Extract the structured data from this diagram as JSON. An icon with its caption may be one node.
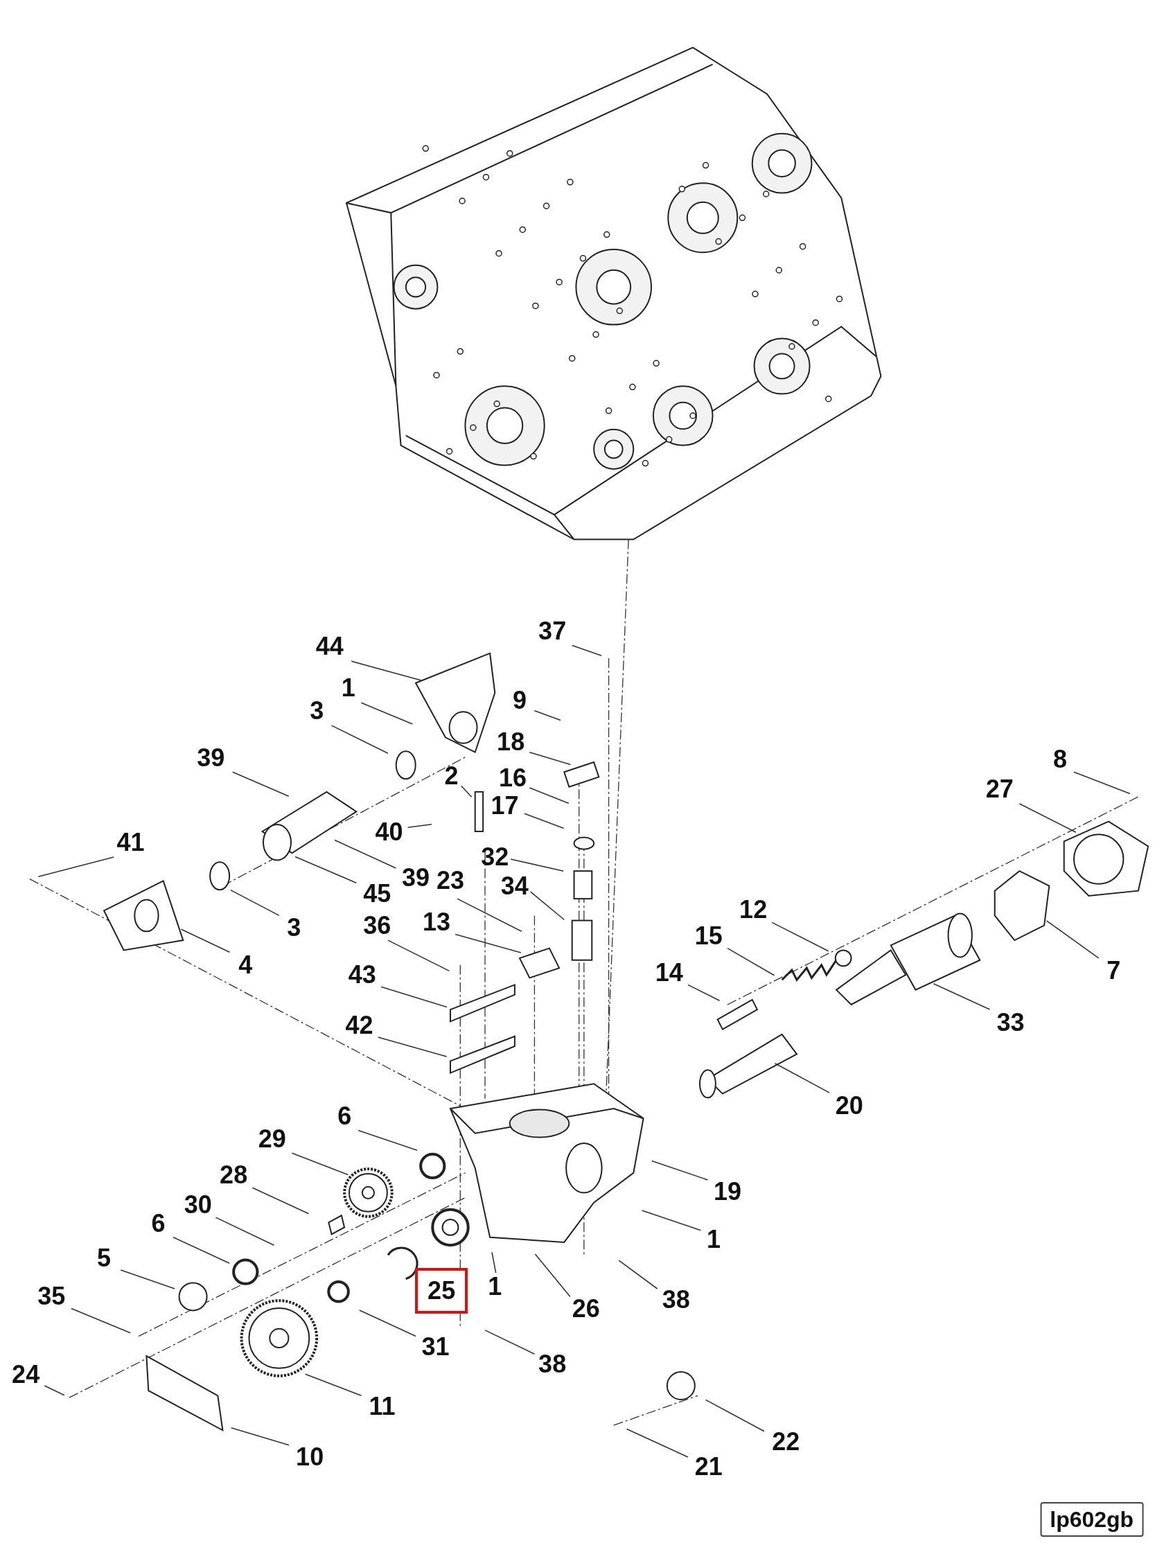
{
  "diagram": {
    "nodes": [
      {
        "text": [
          "37"
        ]
      },
      {
        "text": [
          "44"
        ]
      },
      {
        "text": [
          "1"
        ]
      },
      {
        "text": [
          "9"
        ]
      },
      {
        "text": [
          "3"
        ]
      },
      {
        "text": [
          "18"
        ]
      },
      {
        "text": [
          "39"
        ]
      },
      {
        "text": [
          "8"
        ]
      },
      {
        "text": [
          "16"
        ]
      },
      {
        "text": [
          "27"
        ]
      },
      {
        "text": [
          "17"
        ]
      },
      {
        "text": [
          "40"
        ]
      },
      {
        "text": [
          "41"
        ]
      },
      {
        "text": [
          "32"
        ]
      },
      {
        "text": [
          "2"
        ]
      },
      {
        "text": [
          "39"
        ]
      },
      {
        "text": [
          "23"
        ]
      },
      {
        "text": [
          "34"
        ]
      },
      {
        "text": [
          "45"
        ]
      },
      {
        "text": [
          "3"
        ]
      },
      {
        "text": [
          "12"
        ]
      },
      {
        "text": [
          "36"
        ]
      },
      {
        "text": [
          "13"
        ]
      },
      {
        "text": [
          "15"
        ]
      },
      {
        "text": [
          "4"
        ]
      },
      {
        "text": [
          "7"
        ]
      },
      {
        "text": [
          "14"
        ]
      },
      {
        "text": [
          "43"
        ]
      },
      {
        "text": [
          "33"
        ]
      },
      {
        "text": [
          "42"
        ]
      },
      {
        "text": [
          "20"
        ]
      },
      {
        "text": [
          "6"
        ]
      },
      {
        "text": [
          "29"
        ]
      },
      {
        "text": [
          "28"
        ]
      },
      {
        "text": [
          "19"
        ]
      },
      {
        "text": [
          "30"
        ]
      },
      {
        "text": [
          "6"
        ]
      },
      {
        "text": [
          "1"
        ]
      },
      {
        "text": [
          "5"
        ]
      },
      {
        "text": [
          "1"
        ]
      },
      {
        "text": [
          "26"
        ]
      },
      {
        "text": [
          "25"
        ]
      },
      {
        "text": [
          "35"
        ]
      },
      {
        "text": [
          "38"
        ]
      },
      {
        "text": [
          "31"
        ]
      },
      {
        "text": [
          "38"
        ]
      },
      {
        "text": [
          "24"
        ]
      },
      {
        "text": [
          "11"
        ]
      },
      {
        "text": [
          "22"
        ]
      },
      {
        "text": [
          "10"
        ]
      },
      {
        "text": [
          "21"
        ]
      },
      {
        "text": [
          "lp602gb"
        ]
      }
    ],
    "edges": [
      {
        "from": 0,
        "to": null,
        "arrow": "none"
      },
      {
        "from": 1,
        "to": null,
        "arrow": "none"
      },
      {
        "from": 2,
        "to": null,
        "arrow": "none"
      },
      {
        "from": 3,
        "to": null,
        "arrow": "none"
      },
      {
        "from": 4,
        "to": null,
        "arrow": "none"
      },
      {
        "from": 5,
        "to": null,
        "arrow": "none"
      },
      {
        "from": 6,
        "to": null,
        "arrow": "none"
      },
      {
        "from": 7,
        "to": null,
        "arrow": "none"
      },
      {
        "from": 8,
        "to": null,
        "arrow": "none"
      },
      {
        "from": 9,
        "to": null,
        "arrow": "none"
      },
      {
        "from": 10,
        "to": null,
        "arrow": "none"
      },
      {
        "from": 11,
        "to": null,
        "arrow": "none"
      },
      {
        "from": 12,
        "to": null,
        "arrow": "none"
      },
      {
        "from": 13,
        "to": null,
        "arrow": "none"
      },
      {
        "from": 14,
        "to": null,
        "arrow": "none"
      },
      {
        "from": 15,
        "to": null,
        "arrow": "none"
      },
      {
        "from": 16,
        "to": null,
        "arrow": "none"
      },
      {
        "from": 17,
        "to": null,
        "arrow": "none"
      },
      {
        "from": 18,
        "to": null,
        "arrow": "none"
      },
      {
        "from": 19,
        "to": null,
        "arrow": "none"
      },
      {
        "from": 20,
        "to": null,
        "arrow": "none"
      },
      {
        "from": 21,
        "to": null,
        "arrow": "none"
      },
      {
        "from": 22,
        "to": null,
        "arrow": "none"
      },
      {
        "from": 23,
        "to": null,
        "arrow": "none"
      },
      {
        "from": 24,
        "to": null,
        "arrow": "none"
      },
      {
        "from": 25,
        "to": null,
        "arrow": "none"
      },
      {
        "from": 26,
        "to": null,
        "arrow": "none"
      },
      {
        "from": 27,
        "to": null,
        "arrow": "none"
      },
      {
        "from": 28,
        "to": null,
        "arrow": "none"
      },
      {
        "from": 29,
        "to": null,
        "arrow": "none"
      },
      {
        "from": 30,
        "to": null,
        "arrow": "none"
      },
      {
        "from": 31,
        "to": null,
        "arrow": "none"
      },
      {
        "from": 32,
        "to": null,
        "arrow": "none"
      },
      {
        "from": 33,
        "to": null,
        "arrow": "none"
      },
      {
        "from": 34,
        "to": null,
        "arrow": "none"
      },
      {
        "from": 35,
        "to": null,
        "arrow": "none"
      },
      {
        "from": 36,
        "to": null,
        "arrow": "none"
      },
      {
        "from": 37,
        "to": null,
        "arrow": "none"
      },
      {
        "from": 38,
        "to": null,
        "arrow": "none"
      },
      {
        "from": 39,
        "to": null,
        "arrow": "none"
      },
      {
        "from": 40,
        "to": null,
        "arrow": "none"
      },
      {
        "from": 42,
        "to": null,
        "arrow": "none"
      },
      {
        "from": 43,
        "to": null,
        "arrow": "none"
      },
      {
        "from": 44,
        "to": null,
        "arrow": "none"
      },
      {
        "from": 45,
        "to": null,
        "arrow": "none"
      },
      {
        "from": 46,
        "to": null,
        "arrow": "none"
      },
      {
        "from": 47,
        "to": null,
        "arrow": "none"
      },
      {
        "from": 48,
        "to": null,
        "arrow": "none"
      },
      {
        "from": 49,
        "to": null,
        "arrow": "none"
      },
      {
        "from": 50,
        "to": null,
        "arrow": "none"
      }
    ]
  }
}
